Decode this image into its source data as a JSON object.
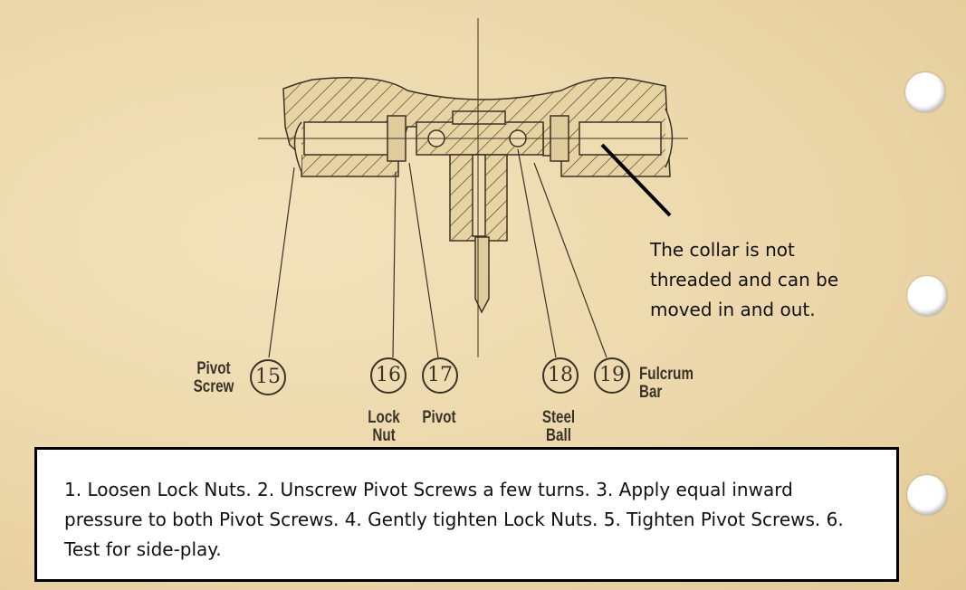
{
  "parts": [
    {
      "number": "15",
      "label": "Pivot Screw"
    },
    {
      "number": "16",
      "label": "Lock Nut"
    },
    {
      "number": "17",
      "label": "Pivot"
    },
    {
      "number": "18",
      "label": "Steel Ball"
    },
    {
      "number": "19",
      "label": "Fulcrum Bar"
    }
  ],
  "annotation": "The collar is not threaded and can be moved in and out.",
  "instructions": "1. Loosen Lock Nuts.   2. Unscrew Pivot Screws a few turns. 3. Apply equal inward pressure to both Pivot Screws.  4. Gently tighten Lock Nuts.  5. Tighten Pivot Screws.  6. Test for side-play.",
  "colors": {
    "paper": "#efdcb0",
    "ink": "#3a3328",
    "box_border": "#000000"
  }
}
